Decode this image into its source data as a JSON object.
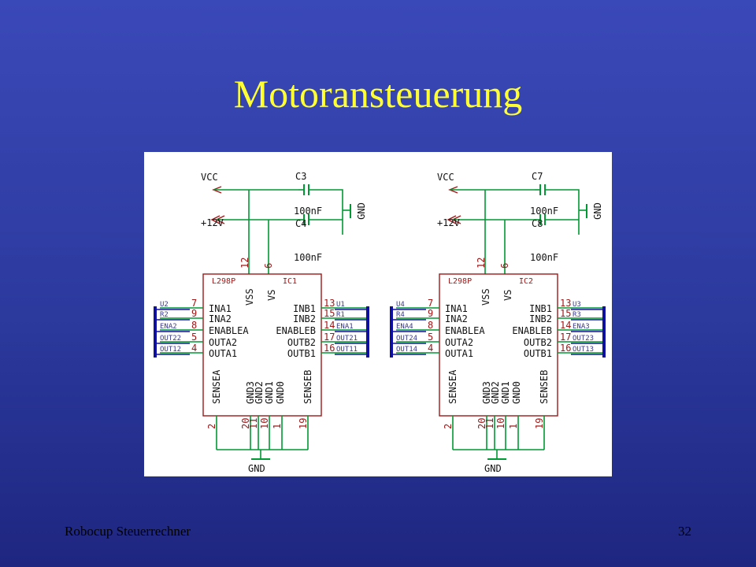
{
  "slide": {
    "title": "Motoransteuerung",
    "footer_left": "Robocup Steuerrechner",
    "page_number": "32"
  },
  "schematic": {
    "circuits": [
      {
        "vcc_label": "VCC",
        "v12_label": "+12V",
        "cap_top_name": "C3",
        "cap_top_value": "100nF",
        "cap_bottom_name": "C4",
        "cap_bottom_value": "100nF",
        "gnd_cap_label": "GND",
        "gnd_bottom_label": "GND",
        "chip_part": "L298P",
        "chip_ref": "IC1",
        "top_pins": [
          "12",
          "6"
        ],
        "top_pin_names": [
          "VSS",
          "VS"
        ],
        "left_pins": [
          "7",
          "9",
          "8",
          "5",
          "4"
        ],
        "left_pin_names": [
          "INA1",
          "INA2",
          "ENABLEA",
          "OUTA2",
          "OUTA1"
        ],
        "right_pins": [
          "13",
          "15",
          "14",
          "17",
          "16"
        ],
        "right_pin_names": [
          "INB1",
          "INB2",
          "ENABLEB",
          "OUTB2",
          "OUTB1"
        ],
        "left_nets": [
          "U2",
          "R2",
          "ENA2",
          "OUT22",
          "OUT12"
        ],
        "right_nets": [
          "U1",
          "R1",
          "ENA1",
          "OUT21",
          "OUT11"
        ],
        "bottom_pins": [
          "2",
          "20",
          "11",
          "10",
          "1",
          "19"
        ],
        "bottom_pin_names": [
          "SENSEA",
          "GND3",
          "GND2",
          "GND1",
          "GND0",
          "SENSEB"
        ]
      },
      {
        "vcc_label": "VCC",
        "v12_label": "+12V",
        "cap_top_name": "C7",
        "cap_top_value": "100nF",
        "cap_bottom_name": "C8",
        "cap_bottom_value": "100nF",
        "gnd_cap_label": "GND",
        "gnd_bottom_label": "GND",
        "chip_part": "L298P",
        "chip_ref": "IC2",
        "top_pins": [
          "12",
          "6"
        ],
        "top_pin_names": [
          "VSS",
          "VS"
        ],
        "left_pins": [
          "7",
          "9",
          "8",
          "5",
          "4"
        ],
        "left_pin_names": [
          "INA1",
          "INA2",
          "ENABLEA",
          "OUTA2",
          "OUTA1"
        ],
        "right_pins": [
          "13",
          "15",
          "14",
          "17",
          "16"
        ],
        "right_pin_names": [
          "INB1",
          "INB2",
          "ENABLEB",
          "OUTB2",
          "OUTB1"
        ],
        "left_nets": [
          "U4",
          "R4",
          "ENA4",
          "OUT24",
          "OUT14"
        ],
        "right_nets": [
          "U3",
          "R3",
          "ENA3",
          "OUT23",
          "OUT13"
        ],
        "bottom_pins": [
          "2",
          "20",
          "11",
          "10",
          "1",
          "19"
        ],
        "bottom_pin_names": [
          "SENSEA",
          "GND3",
          "GND2",
          "GND1",
          "GND0",
          "SENSEB"
        ]
      }
    ]
  }
}
